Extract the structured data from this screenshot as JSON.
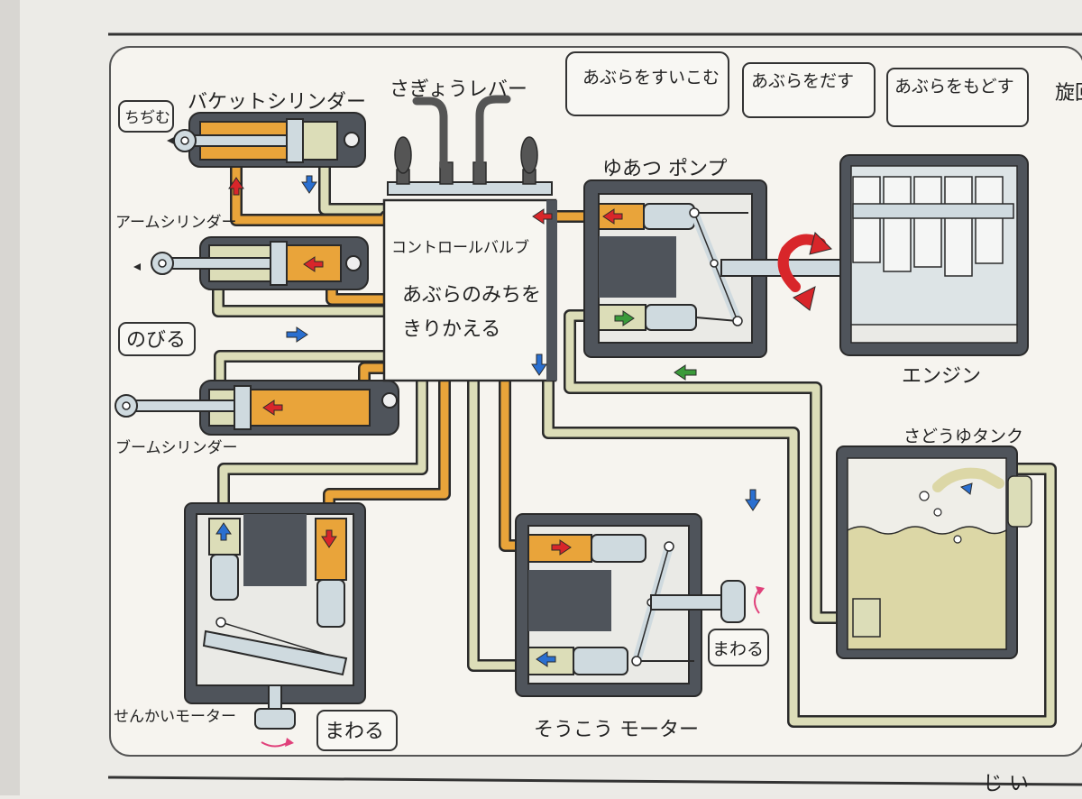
{
  "top_labels": {
    "lever": "さぎょうレバー",
    "pump": "ゆあつ ポンプ",
    "engine": "エンジン",
    "tank": "さどうゆタンク",
    "control_valve_title": "コントロールバルブ",
    "control_valve_desc_1": "あぶらのみちを",
    "control_valve_desc_2": "きりかえる"
  },
  "legend": [
    {
      "label": "あぶらをすいこむ",
      "color": "#3a9a3a"
    },
    {
      "label": "あぶらをだす",
      "color": "#d8262a"
    },
    {
      "label": "あぶらをもどす",
      "color": "#2a6fd0"
    }
  ],
  "cylinders": {
    "bucket": "バケットシリンダー",
    "arm": "アームシリンダー",
    "boom": "ブームシリンダー"
  },
  "motions": {
    "shrink": "ちぢむ",
    "extend": "のびる",
    "rotate": "まわる"
  },
  "motors": {
    "swing": "せんかいモーター",
    "travel": "そうこう モーター"
  },
  "margin_right": "旋回",
  "margin_bottom": "じ い",
  "colors": {
    "supply": "#e9a43a",
    "return": "#dcddb8",
    "housing": "#4f545b",
    "piston": "#cfdadf",
    "outline": "#2a2a2a"
  }
}
